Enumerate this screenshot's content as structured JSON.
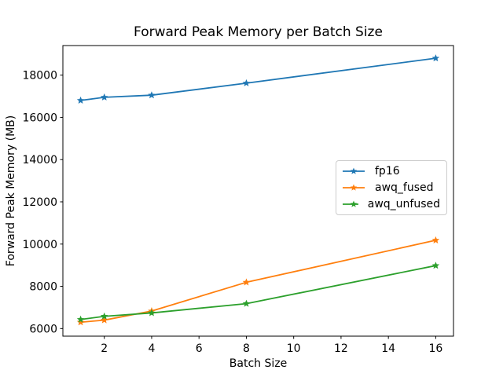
{
  "chart_data": {
    "type": "line",
    "title": "Forward Peak Memory per Batch Size",
    "xlabel": "Batch Size",
    "ylabel": "Forward Peak Memory (MB)",
    "x": [
      1,
      2,
      4,
      8,
      16
    ],
    "series": [
      {
        "name": "fp16",
        "color": "#1f77b4",
        "marker": "star",
        "values": [
          16800,
          16950,
          17050,
          17620,
          18800
        ]
      },
      {
        "name": "awq_fused",
        "color": "#ff7f0e",
        "marker": "star",
        "values": [
          6300,
          6400,
          6830,
          8190,
          10180
        ]
      },
      {
        "name": "awq_unfused",
        "color": "#2ca02c",
        "marker": "star",
        "values": [
          6430,
          6580,
          6740,
          7180,
          8980
        ]
      }
    ],
    "xlim": [
      0.25,
      16.75
    ],
    "ylim": [
      5640,
      19400
    ],
    "xticks": [
      2,
      4,
      6,
      8,
      10,
      12,
      14,
      16
    ],
    "yticks": [
      6000,
      8000,
      10000,
      12000,
      14000,
      16000,
      18000
    ],
    "grid": false,
    "legend_position": "center-right",
    "axis_color": "#000000",
    "background": "#ffffff"
  }
}
